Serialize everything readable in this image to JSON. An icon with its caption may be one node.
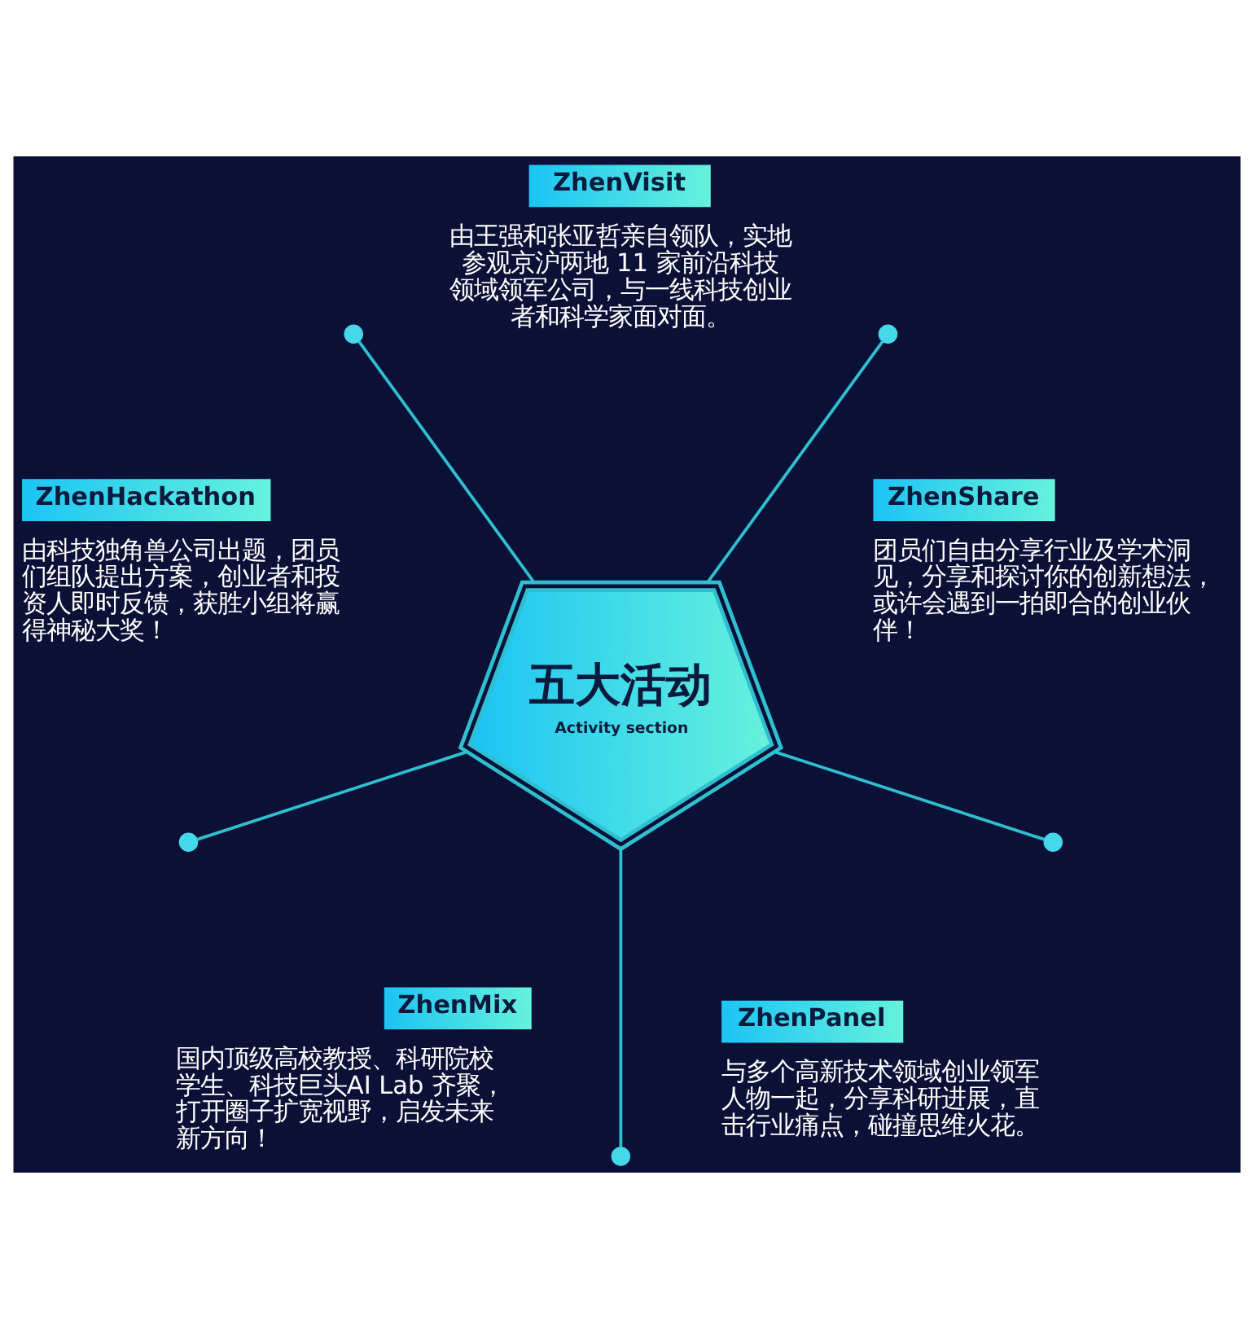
{
  "diagram": {
    "nodes": [
      {
        "text": [
          "ZhenVisit",
          "由王强和张亚哲亲自领队，实地参观京沪两地 11 家前沿科技领域领军公司，与一线科技创业者和科学家面对面。"
        ]
      },
      {
        "text": [],
        "shape": "circle"
      },
      {
        "text": [],
        "shape": "circle"
      },
      {
        "text": [
          "ZhenHackathon",
          "由科技独角兽公司出题，团员们组队提出方案，创业者和投资人即时反馈，获胜小组将赢得神秘大奖！"
        ]
      },
      {
        "text": [
          "ZhenShare",
          "团员们自由分享行业及学术洞见，分享和探讨你的创新想法，或许会遇到一拍即合的创业伙伴！"
        ]
      },
      {
        "text": [
          "五大活动",
          "Activity section"
        ]
      },
      {
        "text": [],
        "shape": "circle"
      },
      {
        "text": [
          "ZhenMix",
          "国内顶级高校教授、科研院校学生、科技巨头AI Lab 齐聚，打开圈子扩宽视野，启发未来新方向！"
        ]
      },
      {
        "text": [
          "ZhenPanel",
          "与多个高新技术领域创业领军人物一起，分享科研进展，直击行业痛点，碰撞思维火花。"
        ]
      },
      {
        "text": [],
        "shape": "circle"
      },
      {
        "text": [],
        "shape": "circle"
      }
    ],
    "edges": [
      {
        "from": 5,
        "to": 1,
        "arrow": "none"
      },
      {
        "from": 5,
        "to": 2,
        "arrow": "none"
      },
      {
        "from": 5,
        "to": 6,
        "arrow": "none"
      },
      {
        "from": 5,
        "to": 9,
        "arrow": "none"
      },
      {
        "from": 5,
        "to": 10,
        "arrow": "none"
      }
    ]
  }
}
